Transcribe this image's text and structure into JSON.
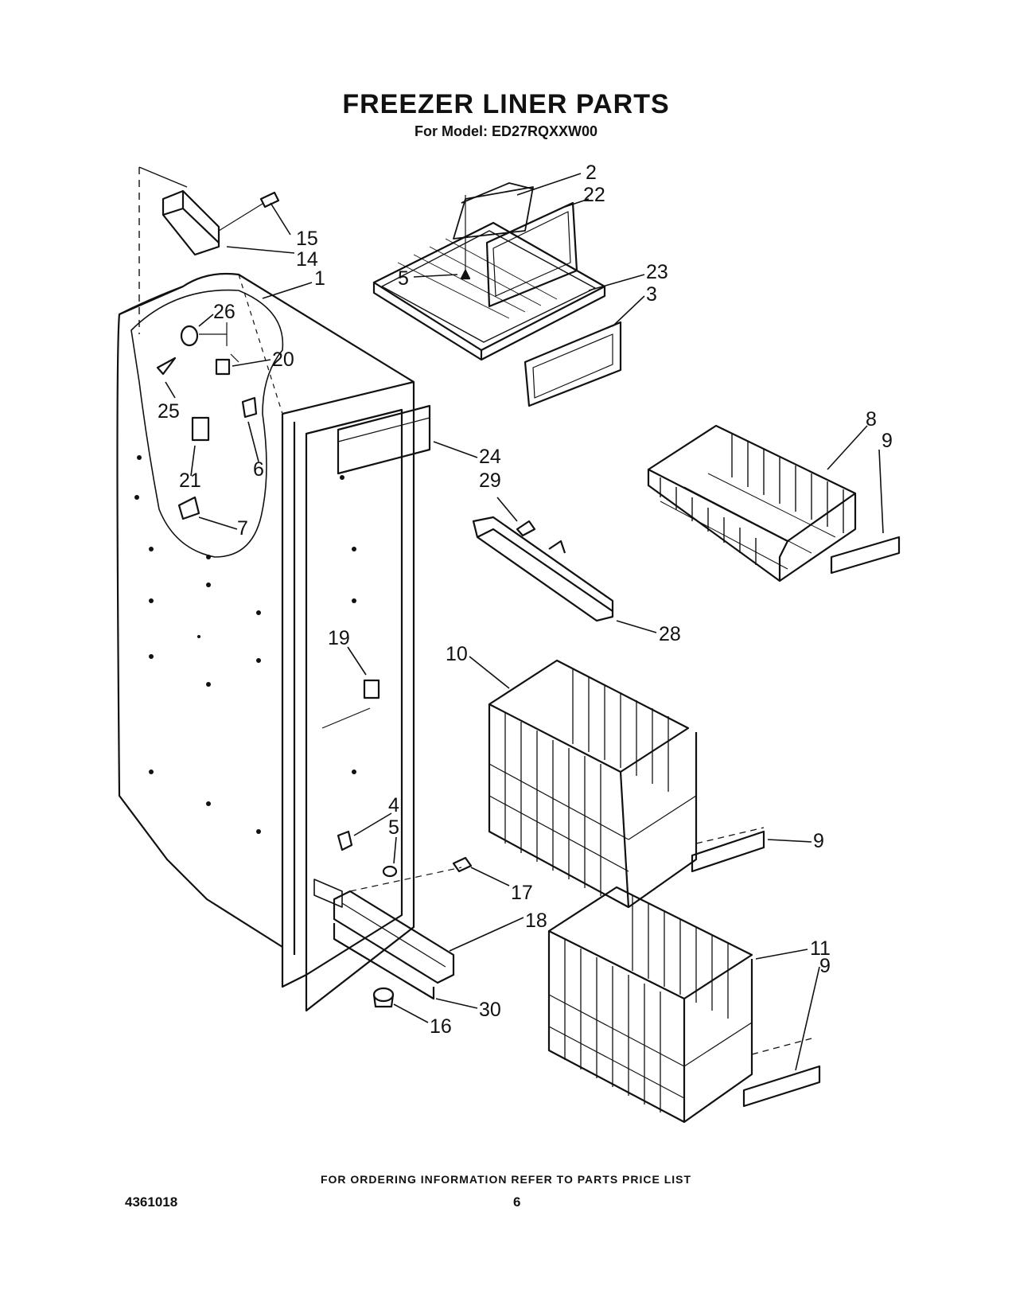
{
  "title": "FREEZER LINER PARTS",
  "subtitle": "For Model: ED27RQXXW00",
  "ordering_note": "FOR ORDERING INFORMATION REFER TO PARTS PRICE LIST",
  "document_number": "4361018",
  "page_number": "6",
  "callouts": [
    "2",
    "22",
    "15",
    "14",
    "1",
    "5",
    "23",
    "3",
    "26",
    "20",
    "25",
    "6",
    "21",
    "7",
    "24",
    "29",
    "8",
    "9",
    "28",
    "19",
    "10",
    "4",
    "5",
    "9",
    "17",
    "18",
    "11",
    "9",
    "30",
    "16"
  ]
}
